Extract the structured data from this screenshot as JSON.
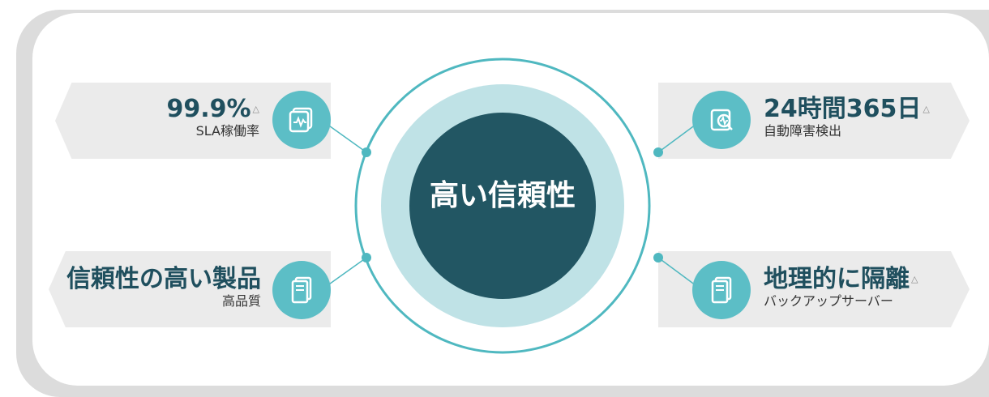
{
  "center": {
    "label": "高い信頼性"
  },
  "features": {
    "top_left": {
      "title": "99.9%",
      "subtitle": "SLA稼働率",
      "mark": "△",
      "icon": "monitor-pulse-icon"
    },
    "bottom_left": {
      "title": "信頼性の高い製品",
      "subtitle": "高品質",
      "icon": "server-icon"
    },
    "top_right": {
      "title": "24時間365日",
      "subtitle": "自動障害検出",
      "mark": "△",
      "icon": "search-pulse-icon"
    },
    "bottom_right": {
      "title": "地理的に隔離",
      "subtitle": "バックアップサーバー",
      "mark": "△",
      "icon": "server-icon"
    }
  },
  "colors": {
    "accent": "#5cbec6",
    "outer_ring": "#4fb8c0",
    "mid_disc": "#bfe2e6",
    "core": "#225663",
    "title_text": "#1f4f5e"
  }
}
